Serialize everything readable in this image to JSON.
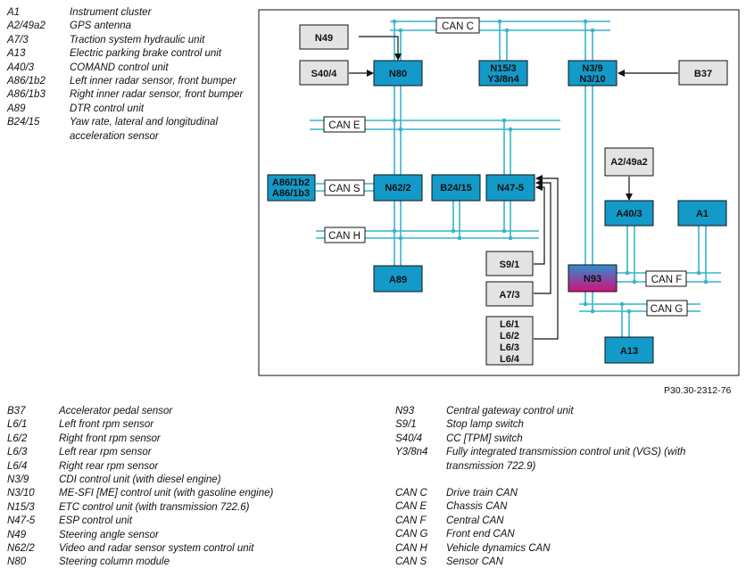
{
  "legend_top": [
    {
      "code": "A1",
      "desc": "Instrument cluster"
    },
    {
      "code": "A2/49a2",
      "desc": "GPS antenna"
    },
    {
      "code": "A7/3",
      "desc": "Traction system hydraulic unit"
    },
    {
      "code": "A13",
      "desc": "Electric parking brake control unit"
    },
    {
      "code": "A40/3",
      "desc": "COMAND control unit"
    },
    {
      "code": "A86/1b2",
      "desc": "Left inner radar sensor, front bumper"
    },
    {
      "code": "A86/1b3",
      "desc": "Right inner radar sensor, front bumper"
    },
    {
      "code": "A89",
      "desc": "DTR control unit"
    },
    {
      "code": "B24/15",
      "desc": "Yaw rate, lateral and longitudinal acceleration sensor"
    }
  ],
  "legend_bottom_left": [
    {
      "code": "B37",
      "desc": "Accelerator pedal sensor"
    },
    {
      "code": "L6/1",
      "desc": "Left front rpm sensor"
    },
    {
      "code": "L6/2",
      "desc": "Right front rpm sensor"
    },
    {
      "code": "L6/3",
      "desc": "Left rear rpm sensor"
    },
    {
      "code": "L6/4",
      "desc": "Right rear rpm sensor"
    },
    {
      "code": "N3/9",
      "desc": "CDI control unit (with diesel engine)"
    },
    {
      "code": "N3/10",
      "desc": "ME-SFI [ME] control unit (with gasoline engine)"
    },
    {
      "code": "N15/3",
      "desc": "ETC control unit (with transmission 722.6)"
    },
    {
      "code": "N47-5",
      "desc": "ESP control unit"
    },
    {
      "code": "N49",
      "desc": "Steering angle sensor"
    },
    {
      "code": "N62/2",
      "desc": "Video and radar sensor system control unit"
    },
    {
      "code": "N80",
      "desc": "Steering column module"
    }
  ],
  "legend_bottom_right": [
    {
      "code": "N93",
      "desc": "Central gateway control unit"
    },
    {
      "code": "S9/1",
      "desc": "Stop lamp switch"
    },
    {
      "code": "S40/4",
      "desc": "CC [TPM] switch"
    },
    {
      "code": "Y3/8n4",
      "desc": "Fully integrated transmission control unit (VGS) (with transmission 722.9)"
    }
  ],
  "legend_can": [
    {
      "code": "CAN C",
      "desc": "Drive train CAN"
    },
    {
      "code": "CAN E",
      "desc": "Chassis CAN"
    },
    {
      "code": "CAN F",
      "desc": "Central CAN"
    },
    {
      "code": "CAN G",
      "desc": "Front end CAN"
    },
    {
      "code": "CAN H",
      "desc": "Vehicle dynamics CAN"
    },
    {
      "code": "CAN S",
      "desc": "Sensor CAN"
    }
  ],
  "figure_id": "P30.30-2312-76",
  "diagram": {
    "buses": {
      "can_c": "CAN C",
      "can_e": "CAN E",
      "can_s": "CAN S",
      "can_h": "CAN H",
      "can_f": "CAN F",
      "can_g": "CAN G"
    },
    "modules": {
      "n49": "N49",
      "s40_4": "S40/4",
      "n80": "N80",
      "n15_3": [
        "N15/3",
        "Y3/8n4"
      ],
      "n3_9": [
        "N3/9",
        "N3/10"
      ],
      "b37": "B37",
      "a86": [
        "A86/1b2",
        "A86/1b3"
      ],
      "n62_2": "N62/2",
      "b24_15": "B24/15",
      "n47_5": "N47-5",
      "a2_49a2": "A2/49a2",
      "a40_3": "A40/3",
      "a1": "A1",
      "s9_1": "S9/1",
      "a7_3": "A7/3",
      "a89": "A89",
      "n93": "N93",
      "l6": [
        "L6/1",
        "L6/2",
        "L6/3",
        "L6/4"
      ],
      "a13": "A13"
    },
    "colors": {
      "bus_line": "#36b4cc",
      "ecu_fill": "#139ac9",
      "sensor_fill": "#e3e3e3",
      "gateway_top": "#2a8fd0",
      "gateway_bottom": "#d1127a"
    }
  }
}
